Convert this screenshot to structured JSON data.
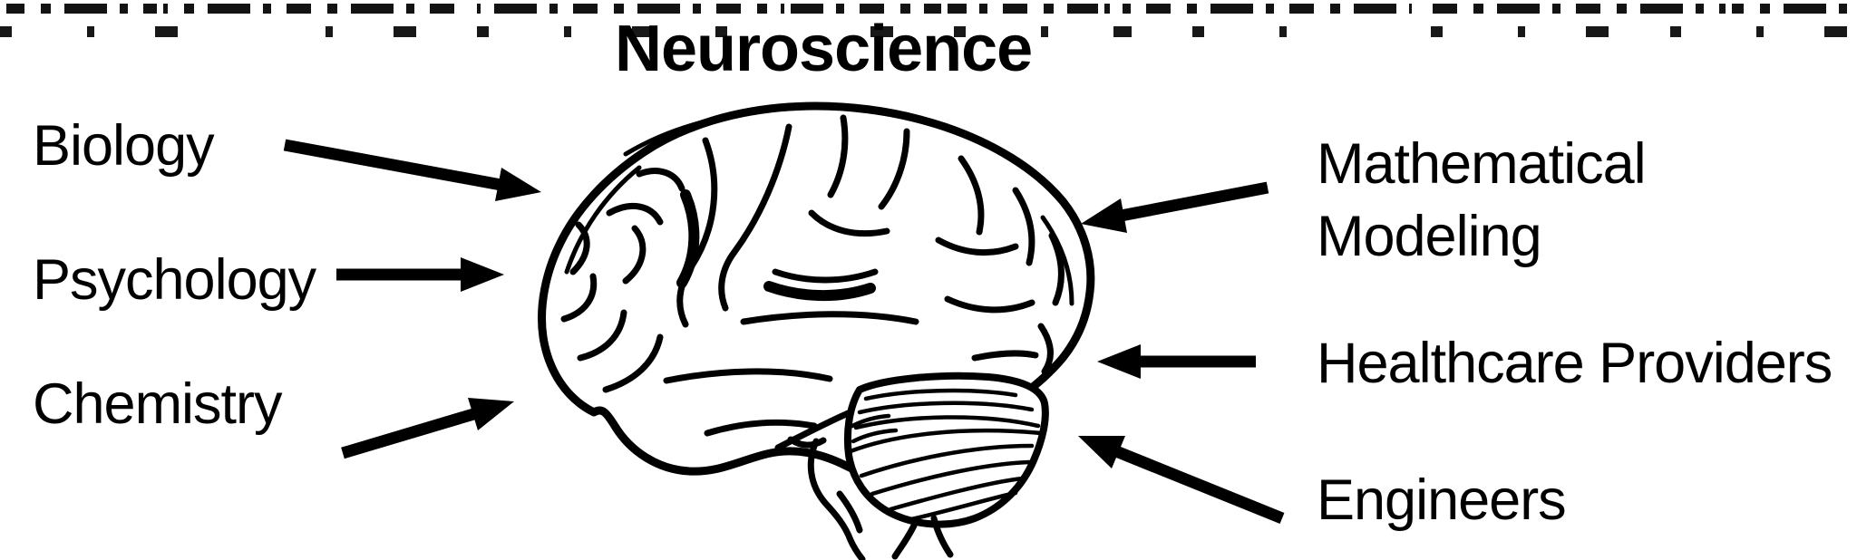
{
  "title": "Neuroscience",
  "colors": {
    "ink": "#000000",
    "background": "#ffffff"
  },
  "center_illustration": "human-brain-lateral-view-icon",
  "left_labels": [
    {
      "label": "Biology"
    },
    {
      "label": "Psychology"
    },
    {
      "label": "Chemistry"
    }
  ],
  "right_labels": [
    {
      "label": "Mathematical Modeling"
    },
    {
      "label": "Healthcare Providers"
    },
    {
      "label": "Engineers"
    }
  ]
}
